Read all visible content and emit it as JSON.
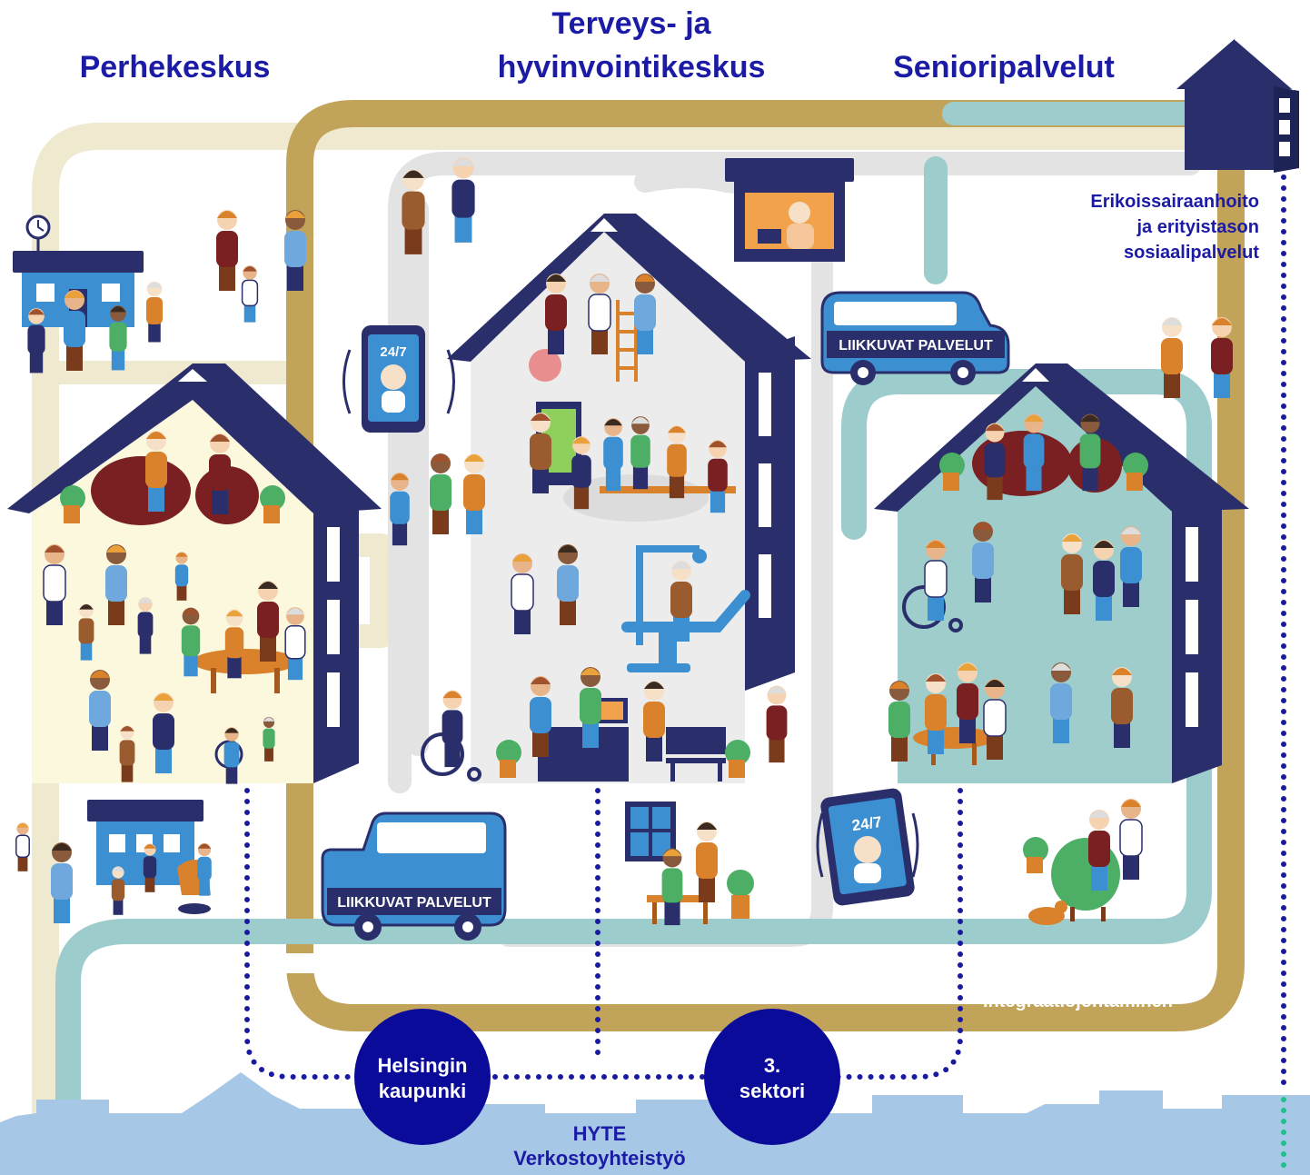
{
  "headings": {
    "family_center": "Perhekeskus",
    "health_center_line1": "Terveys- ja",
    "health_center_line2": "hyvinvointikeskus",
    "senior_services": "Senioripalvelut"
  },
  "special_care": {
    "line1": "Erikoissairaanhoito",
    "line2": "ja erityistason",
    "line3": "sosiaalipalvelut"
  },
  "integration_label": "Integraatiojohtaminen",
  "city_circle": {
    "line1": "Helsingin",
    "line2": "kaupunki"
  },
  "third_sector_circle": {
    "line1": "3.",
    "line2": "sektori"
  },
  "network": {
    "line1": "HYTE",
    "line2": "Verkostoyhteistyö"
  },
  "mobile_services": "LIIKKUVAT PALVELUT",
  "phone_label": "24/7",
  "colors": {
    "navy": "#2a2f6b",
    "label_blue": "#1b1ba6",
    "road_gold": "#c2a35a",
    "road_cream": "#efe9cf",
    "road_teal": "#9ccccc",
    "road_grey": "#e3e3e3",
    "family_house_bg": "#fcf8de",
    "health_house_bg": "#ececec",
    "senior_house_bg": "#9fcdcc",
    "skyline": "#a6c8e6",
    "van": "#3c8fd0",
    "dot_navy": "#1a1aa0",
    "dot_green": "#1fbf8c"
  },
  "icons": [
    "clock-icon",
    "plant-icon",
    "wheelchair-icon",
    "phone-icon",
    "van-icon",
    "laptop-icon",
    "window-icon",
    "table-icon",
    "cat-icon",
    "rocking-horse-icon"
  ]
}
